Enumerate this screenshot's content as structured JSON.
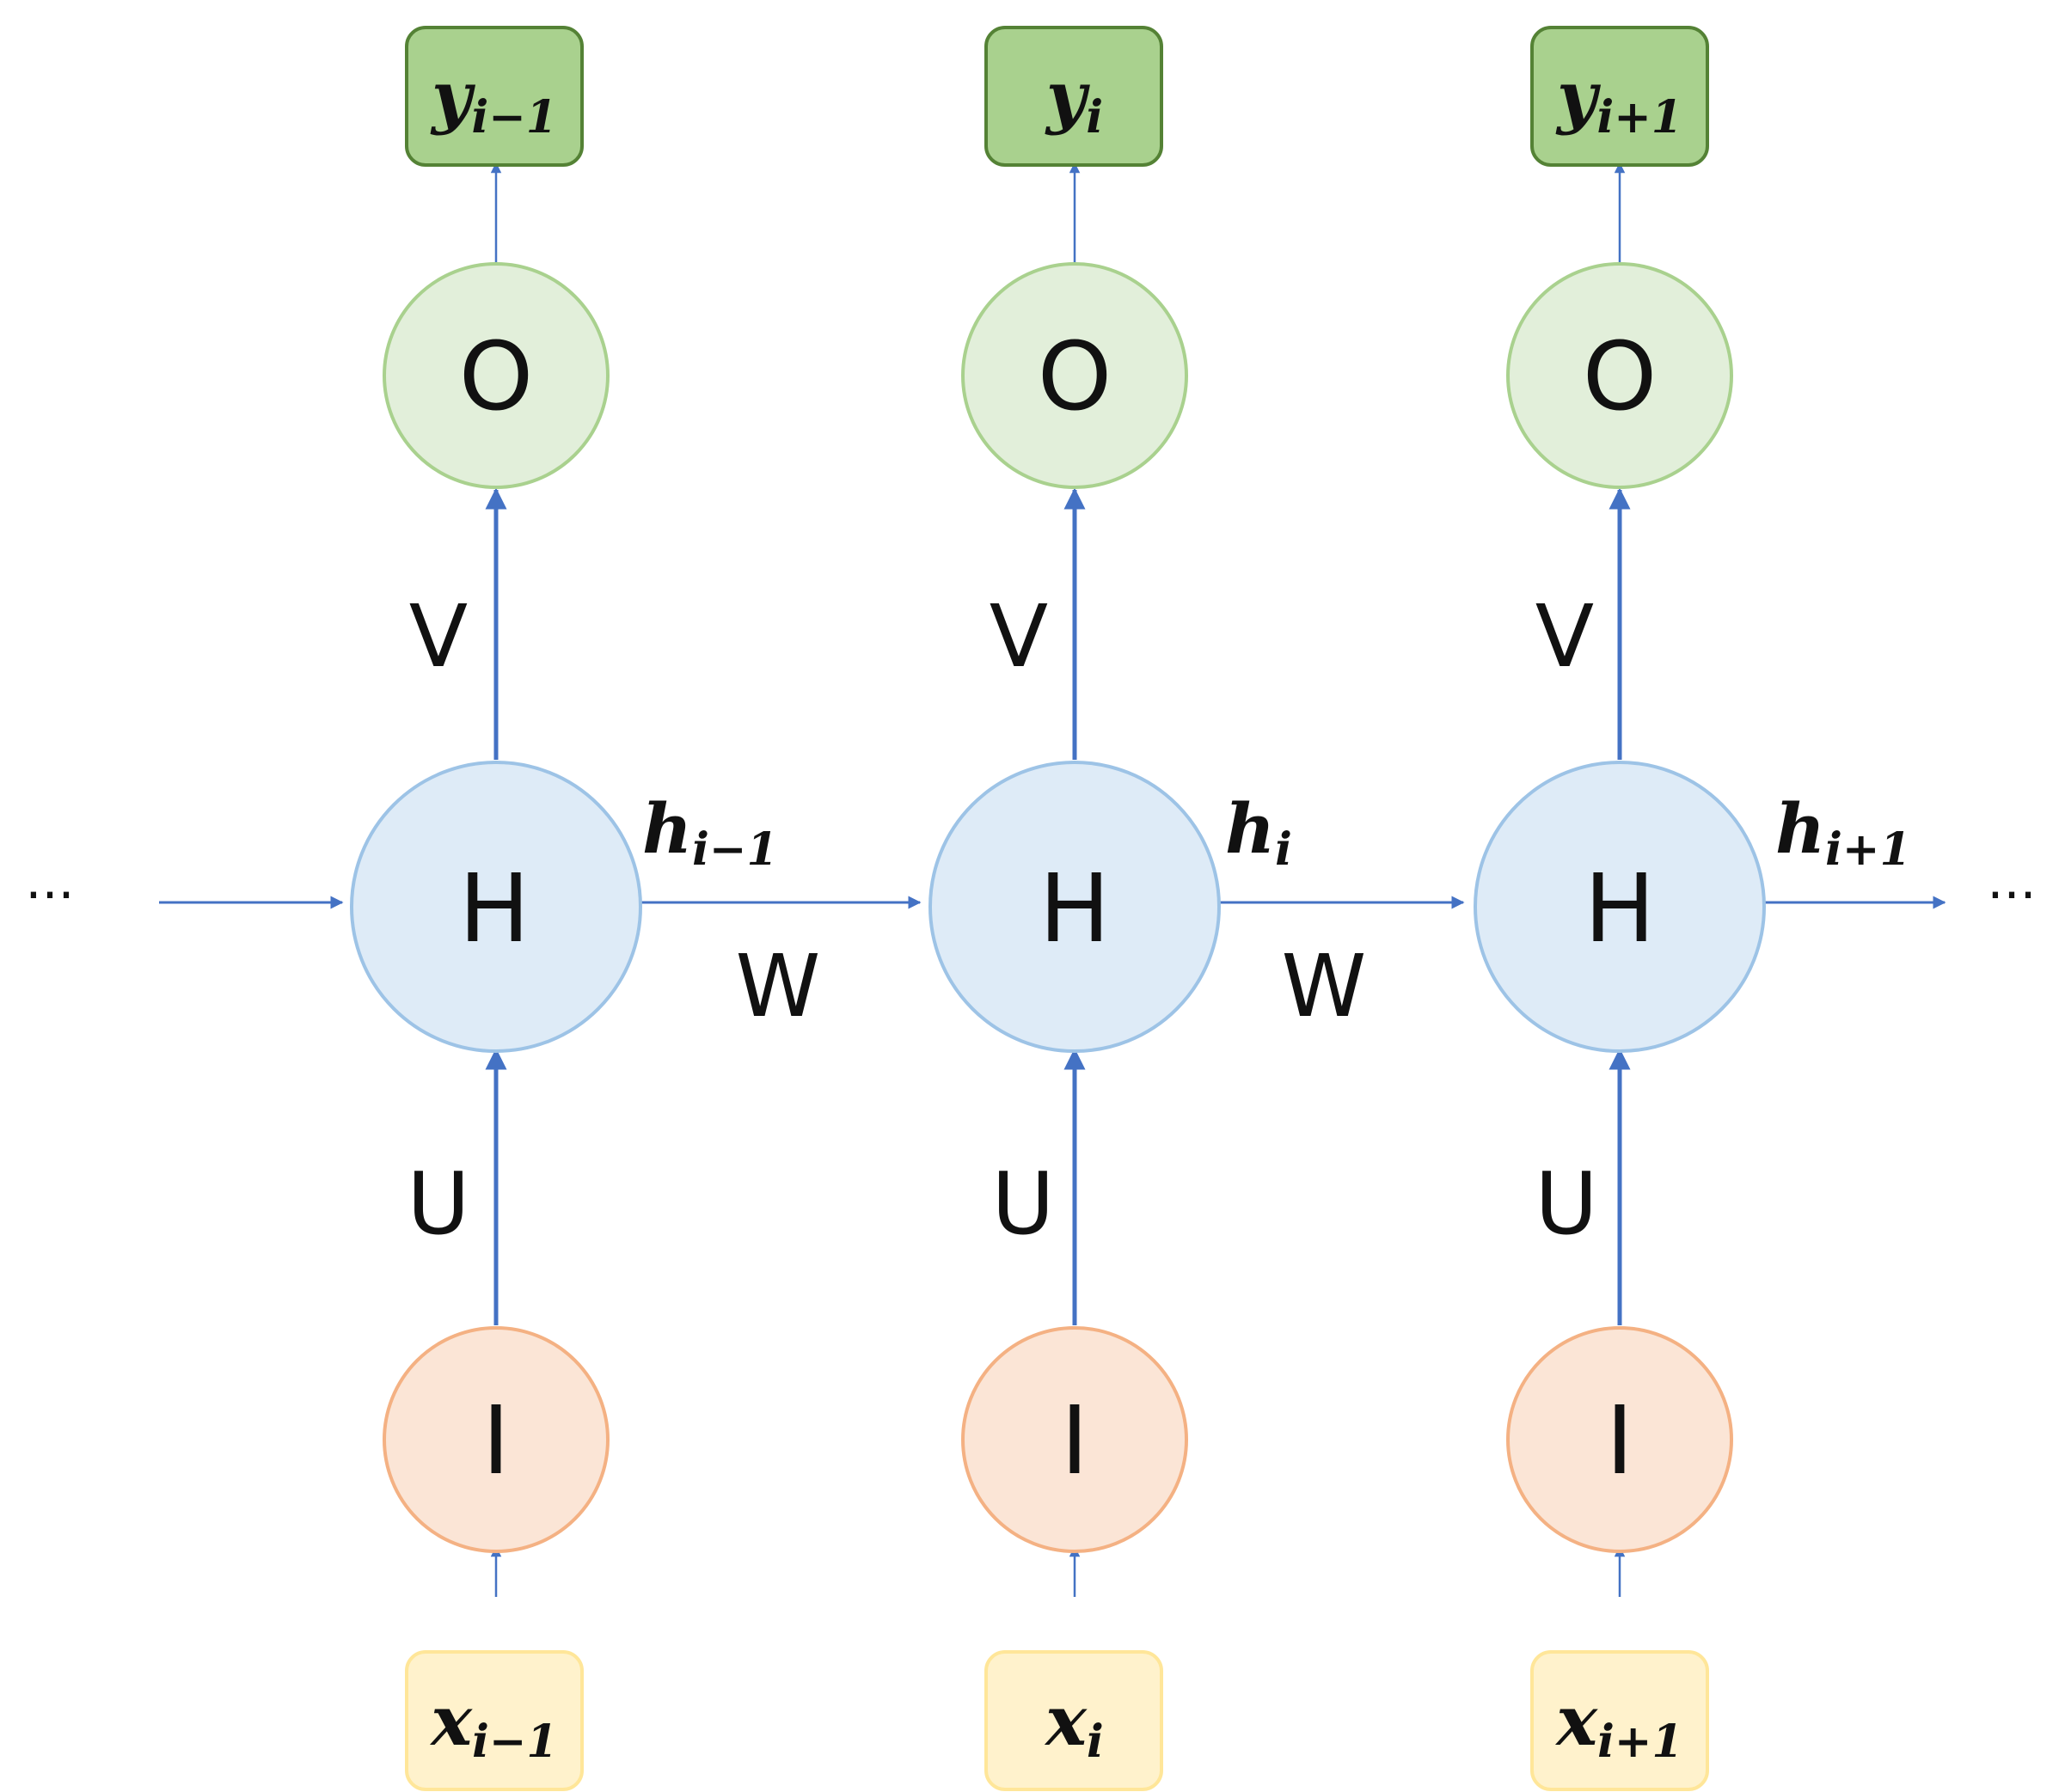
{
  "colors": {
    "arrow": "#4472c4",
    "output_box_fill": "#a9d18e",
    "output_box_stroke": "#548235",
    "output_node_fill": "#e2efda",
    "output_node_stroke": "#a9d18e",
    "hidden_node_fill": "#deebf7",
    "hidden_node_stroke": "#9dc3e6",
    "input_node_fill": "#fbe5d6",
    "input_node_stroke": "#f4b183",
    "input_box_fill": "#fff2cc",
    "input_box_stroke": "#ffe699"
  },
  "ellipsis": {
    "left": "···",
    "right": "···"
  },
  "columns": [
    {
      "output": {
        "main": "y",
        "sub": "i−1"
      },
      "output_node": "O",
      "v_label": "V",
      "hidden_node": "H",
      "hidden_state": {
        "main": "h",
        "sub": "i−1"
      },
      "u_label": "U",
      "input_node": "I",
      "input": {
        "main": "x",
        "sub": "i−1"
      },
      "w_label": "W"
    },
    {
      "output": {
        "main": "y",
        "sub": "i"
      },
      "output_node": "O",
      "v_label": "V",
      "hidden_node": "H",
      "hidden_state": {
        "main": "h",
        "sub": "i"
      },
      "u_label": "U",
      "input_node": "I",
      "input": {
        "main": "x",
        "sub": "i"
      },
      "w_label": "W"
    },
    {
      "output": {
        "main": "y",
        "sub": "i+1"
      },
      "output_node": "O",
      "v_label": "V",
      "hidden_node": "H",
      "hidden_state": {
        "main": "h",
        "sub": "i+1"
      },
      "u_label": "U",
      "input_node": "I",
      "input": {
        "main": "x",
        "sub": "i+1"
      }
    }
  ]
}
